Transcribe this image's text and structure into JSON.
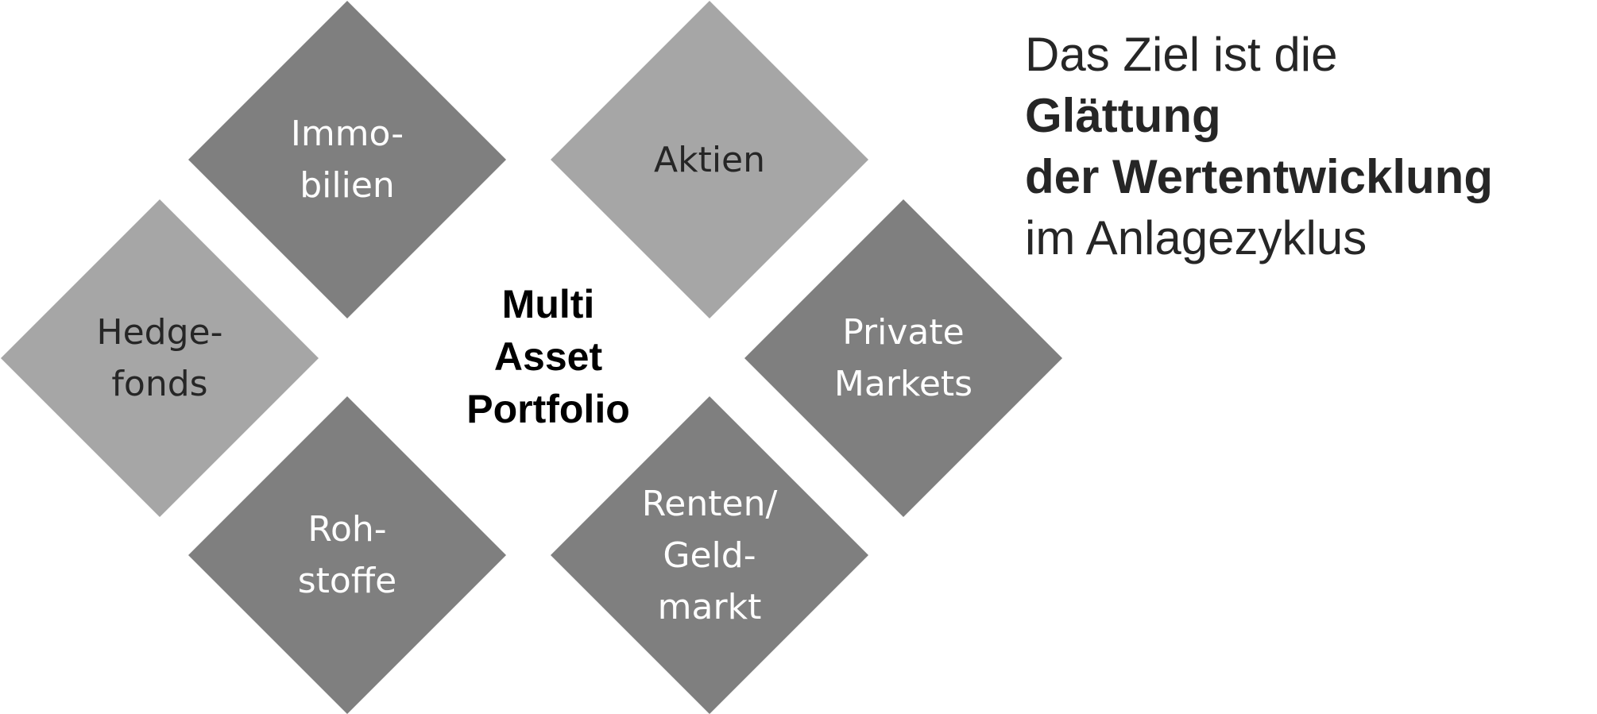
{
  "diagram": {
    "center": "Multi\nAsset\nPortfolio",
    "segments": [
      {
        "id": "immobilien",
        "label": "Immo-\nbilien",
        "tone": "dark"
      },
      {
        "id": "aktien",
        "label": "Aktien",
        "tone": "light"
      },
      {
        "id": "hedgefonds",
        "label": "Hedge-\nfonds",
        "tone": "light"
      },
      {
        "id": "private-markets",
        "label": "Private\nMarkets",
        "tone": "dark"
      },
      {
        "id": "rohstoffe",
        "label": "Roh-\nstoffe",
        "tone": "dark"
      },
      {
        "id": "renten",
        "label": "Renten/\nGeld-\nmarkt",
        "tone": "dark"
      }
    ]
  },
  "goal": {
    "line1": "Das Ziel ist die",
    "line2": "Glättung",
    "line3": "der Wertentwicklung",
    "line4": "im Anlagezyklus"
  },
  "colors": {
    "dark_diamond": "#7f7f7f",
    "light_diamond": "#a6a6a6",
    "dark_text": "#262626"
  }
}
